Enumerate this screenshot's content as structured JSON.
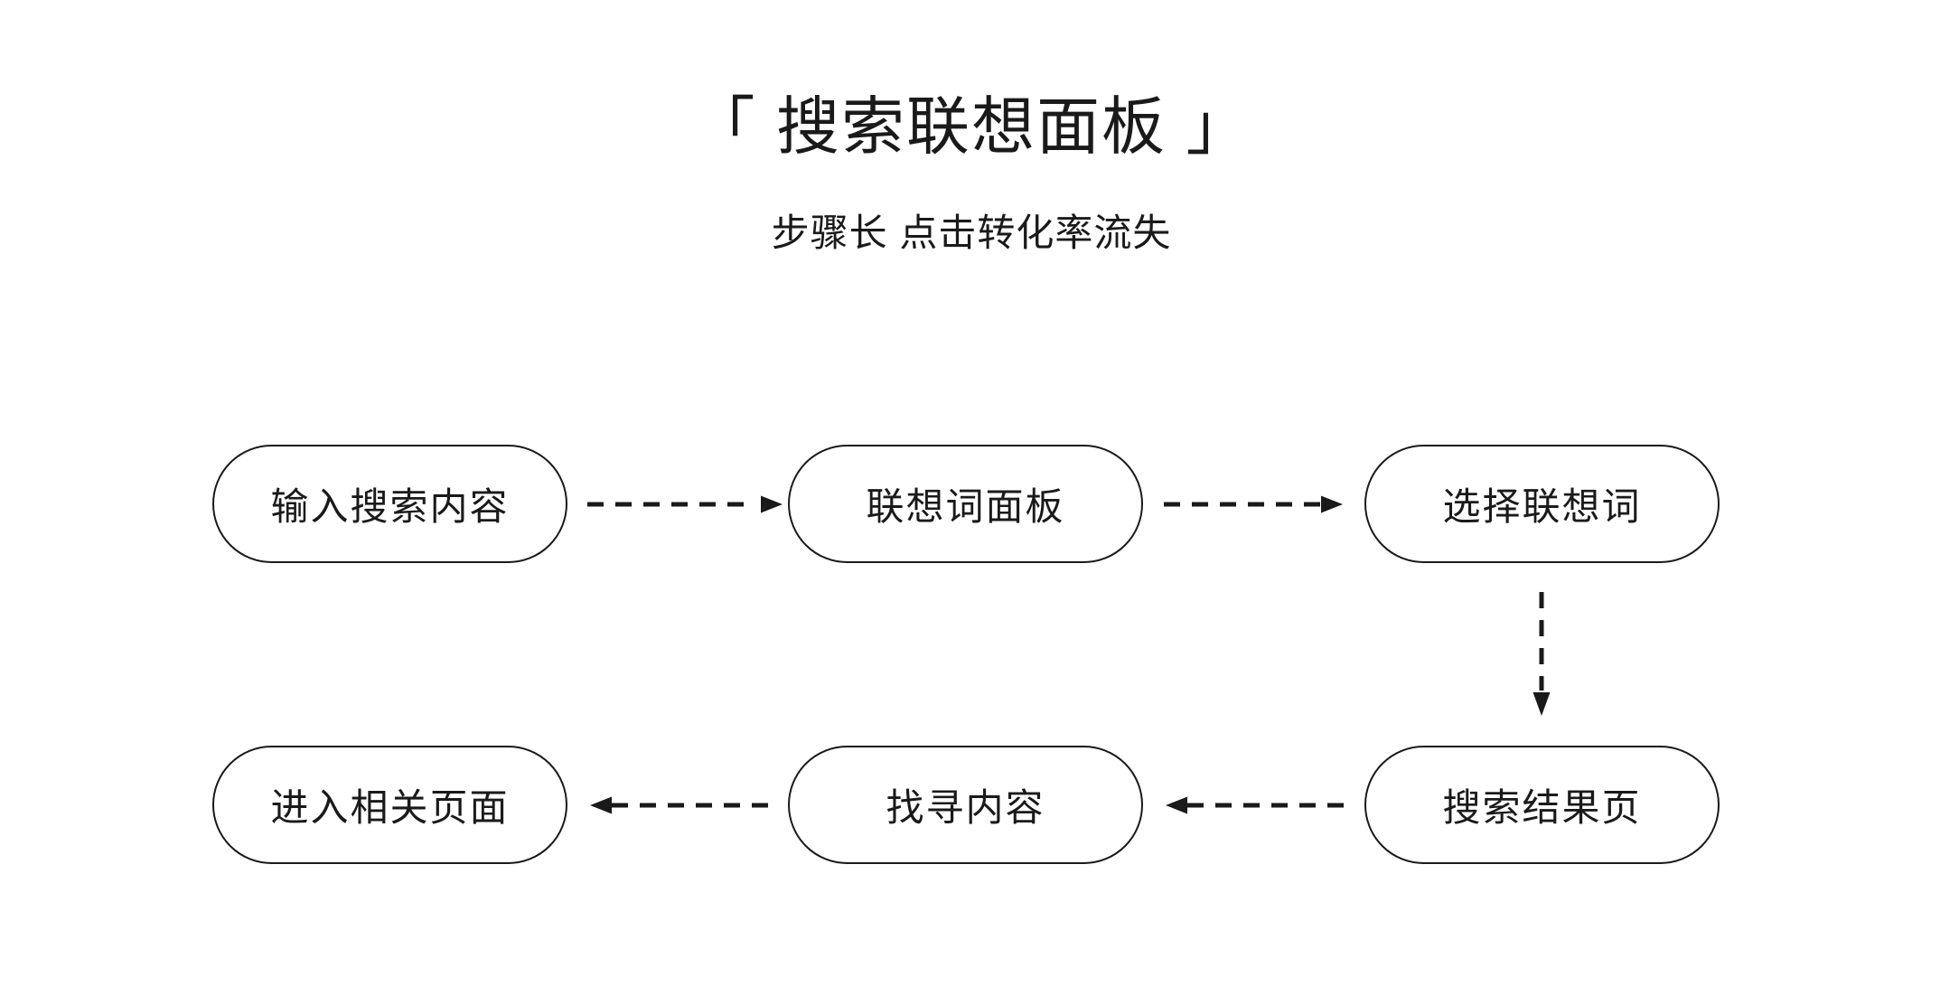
{
  "title": "「 搜索联想面板 」",
  "subtitle": "步骤长 点击转化率流失",
  "colors": {
    "background": "#ffffff",
    "stroke": "#1a1a1a",
    "text": "#1a1a1a"
  },
  "diagram": {
    "nodes": [
      {
        "id": "enter-search-content",
        "label": "输入搜索内容",
        "row": 1,
        "col": 1
      },
      {
        "id": "suggestion-panel",
        "label": "联想词面板",
        "row": 1,
        "col": 2
      },
      {
        "id": "select-suggestion",
        "label": "选择联想词",
        "row": 1,
        "col": 3
      },
      {
        "id": "search-results-page",
        "label": "搜索结果页",
        "row": 2,
        "col": 3
      },
      {
        "id": "find-content",
        "label": "找寻内容",
        "row": 2,
        "col": 2
      },
      {
        "id": "enter-related-page",
        "label": "进入相关页面",
        "row": 2,
        "col": 1
      }
    ],
    "edges": [
      {
        "from": "enter-search-content",
        "to": "suggestion-panel",
        "style": "dashed",
        "direction": "right"
      },
      {
        "from": "suggestion-panel",
        "to": "select-suggestion",
        "style": "dashed",
        "direction": "right"
      },
      {
        "from": "select-suggestion",
        "to": "search-results-page",
        "style": "dashed",
        "direction": "down"
      },
      {
        "from": "search-results-page",
        "to": "find-content",
        "style": "dashed",
        "direction": "left"
      },
      {
        "from": "find-content",
        "to": "enter-related-page",
        "style": "dashed",
        "direction": "left"
      }
    ]
  }
}
